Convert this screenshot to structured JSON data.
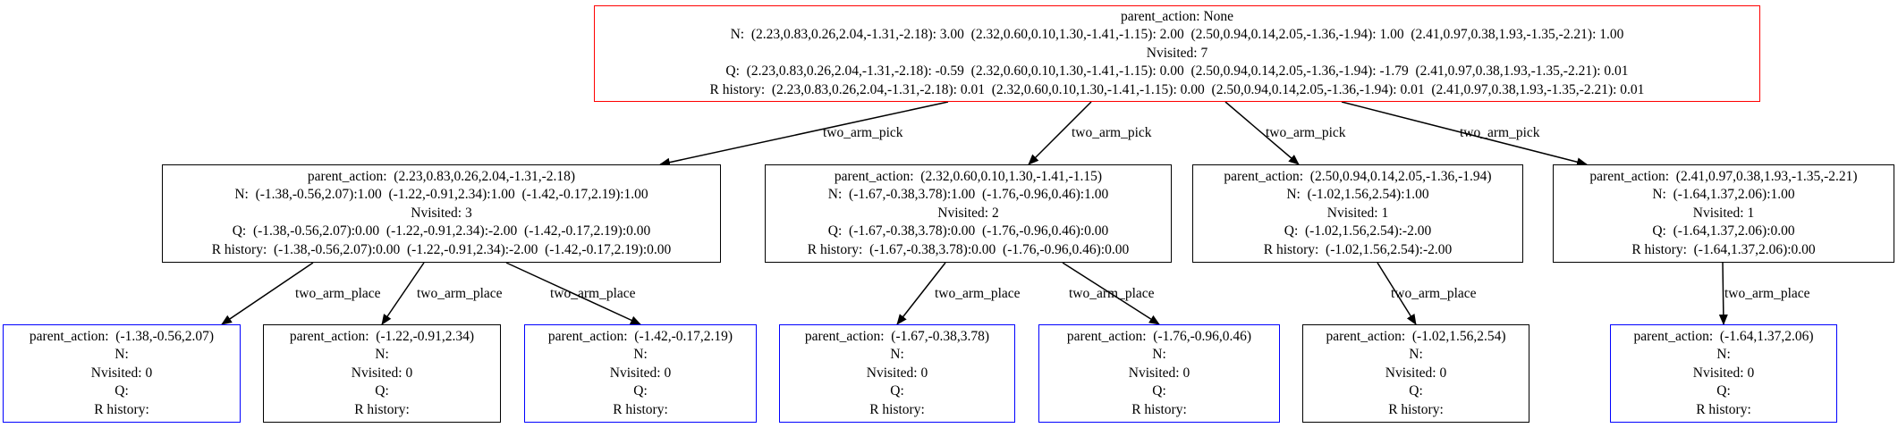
{
  "edge_label_pick": "two_arm_pick",
  "edge_label_place": "two_arm_place",
  "root": {
    "lines": [
      "parent_action: None",
      "N:  (2.23,0.83,0.26,2.04,-1.31,-2.18): 3.00  (2.32,0.60,0.10,1.30,-1.41,-1.15): 2.00  (2.50,0.94,0.14,2.05,-1.36,-1.94): 1.00  (2.41,0.97,0.38,1.93,-1.35,-2.21): 1.00",
      "Nvisited: 7",
      "Q:  (2.23,0.83,0.26,2.04,-1.31,-2.18): -0.59  (2.32,0.60,0.10,1.30,-1.41,-1.15): 0.00  (2.50,0.94,0.14,2.05,-1.36,-1.94): -1.79  (2.41,0.97,0.38,1.93,-1.35,-2.21): 0.01",
      "R history:  (2.23,0.83,0.26,2.04,-1.31,-2.18): 0.01  (2.32,0.60,0.10,1.30,-1.41,-1.15): 0.00  (2.50,0.94,0.14,2.05,-1.36,-1.94): 0.01  (2.41,0.97,0.38,1.93,-1.35,-2.21): 0.01"
    ]
  },
  "mid": [
    {
      "lines": [
        "parent_action:  (2.23,0.83,0.26,2.04,-1.31,-2.18)",
        "N:  (-1.38,-0.56,2.07):1.00  (-1.22,-0.91,2.34):1.00  (-1.42,-0.17,2.19):1.00",
        "Nvisited: 3",
        "Q:  (-1.38,-0.56,2.07):0.00  (-1.22,-0.91,2.34):-2.00  (-1.42,-0.17,2.19):0.00",
        "R history:  (-1.38,-0.56,2.07):0.00  (-1.22,-0.91,2.34):-2.00  (-1.42,-0.17,2.19):0.00"
      ]
    },
    {
      "lines": [
        "parent_action:  (2.32,0.60,0.10,1.30,-1.41,-1.15)",
        "N:  (-1.67,-0.38,3.78):1.00  (-1.76,-0.96,0.46):1.00",
        "Nvisited: 2",
        "Q:  (-1.67,-0.38,3.78):0.00  (-1.76,-0.96,0.46):0.00",
        "R history:  (-1.67,-0.38,3.78):0.00  (-1.76,-0.96,0.46):0.00"
      ]
    },
    {
      "lines": [
        "parent_action:  (2.50,0.94,0.14,2.05,-1.36,-1.94)",
        "N:  (-1.02,1.56,2.54):1.00",
        "Nvisited: 1",
        "Q:  (-1.02,1.56,2.54):-2.00",
        "R history:  (-1.02,1.56,2.54):-2.00"
      ]
    },
    {
      "lines": [
        "parent_action:  (2.41,0.97,0.38,1.93,-1.35,-2.21)",
        "N:  (-1.64,1.37,2.06):1.00",
        "Nvisited: 1",
        "Q:  (-1.64,1.37,2.06):0.00",
        "R history:  (-1.64,1.37,2.06):0.00"
      ]
    }
  ],
  "leaves": [
    {
      "border": "blue",
      "lines": [
        "parent_action:  (-1.38,-0.56,2.07)",
        "N:",
        "Nvisited: 0",
        "Q:",
        "R history:"
      ]
    },
    {
      "border": "black",
      "lines": [
        "parent_action:  (-1.22,-0.91,2.34)",
        "N:",
        "Nvisited: 0",
        "Q:",
        "R history:"
      ]
    },
    {
      "border": "blue",
      "lines": [
        "parent_action:  (-1.42,-0.17,2.19)",
        "N:",
        "Nvisited: 0",
        "Q:",
        "R history:"
      ]
    },
    {
      "border": "blue",
      "lines": [
        "parent_action:  (-1.67,-0.38,3.78)",
        "N:",
        "Nvisited: 0",
        "Q:",
        "R history:"
      ]
    },
    {
      "border": "blue",
      "lines": [
        "parent_action:  (-1.76,-0.96,0.46)",
        "N:",
        "Nvisited: 0",
        "Q:",
        "R history:"
      ]
    },
    {
      "border": "black",
      "lines": [
        "parent_action:  (-1.02,1.56,2.54)",
        "N:",
        "Nvisited: 0",
        "Q:",
        "R history:"
      ]
    },
    {
      "border": "blue",
      "lines": [
        "parent_action:  (-1.64,1.37,2.06)",
        "N:",
        "Nvisited: 0",
        "Q:",
        "R history:"
      ]
    }
  ],
  "colors": {
    "root_border": "#ff0000",
    "unvisited_border": "#0000ff",
    "default_border": "#000000"
  }
}
